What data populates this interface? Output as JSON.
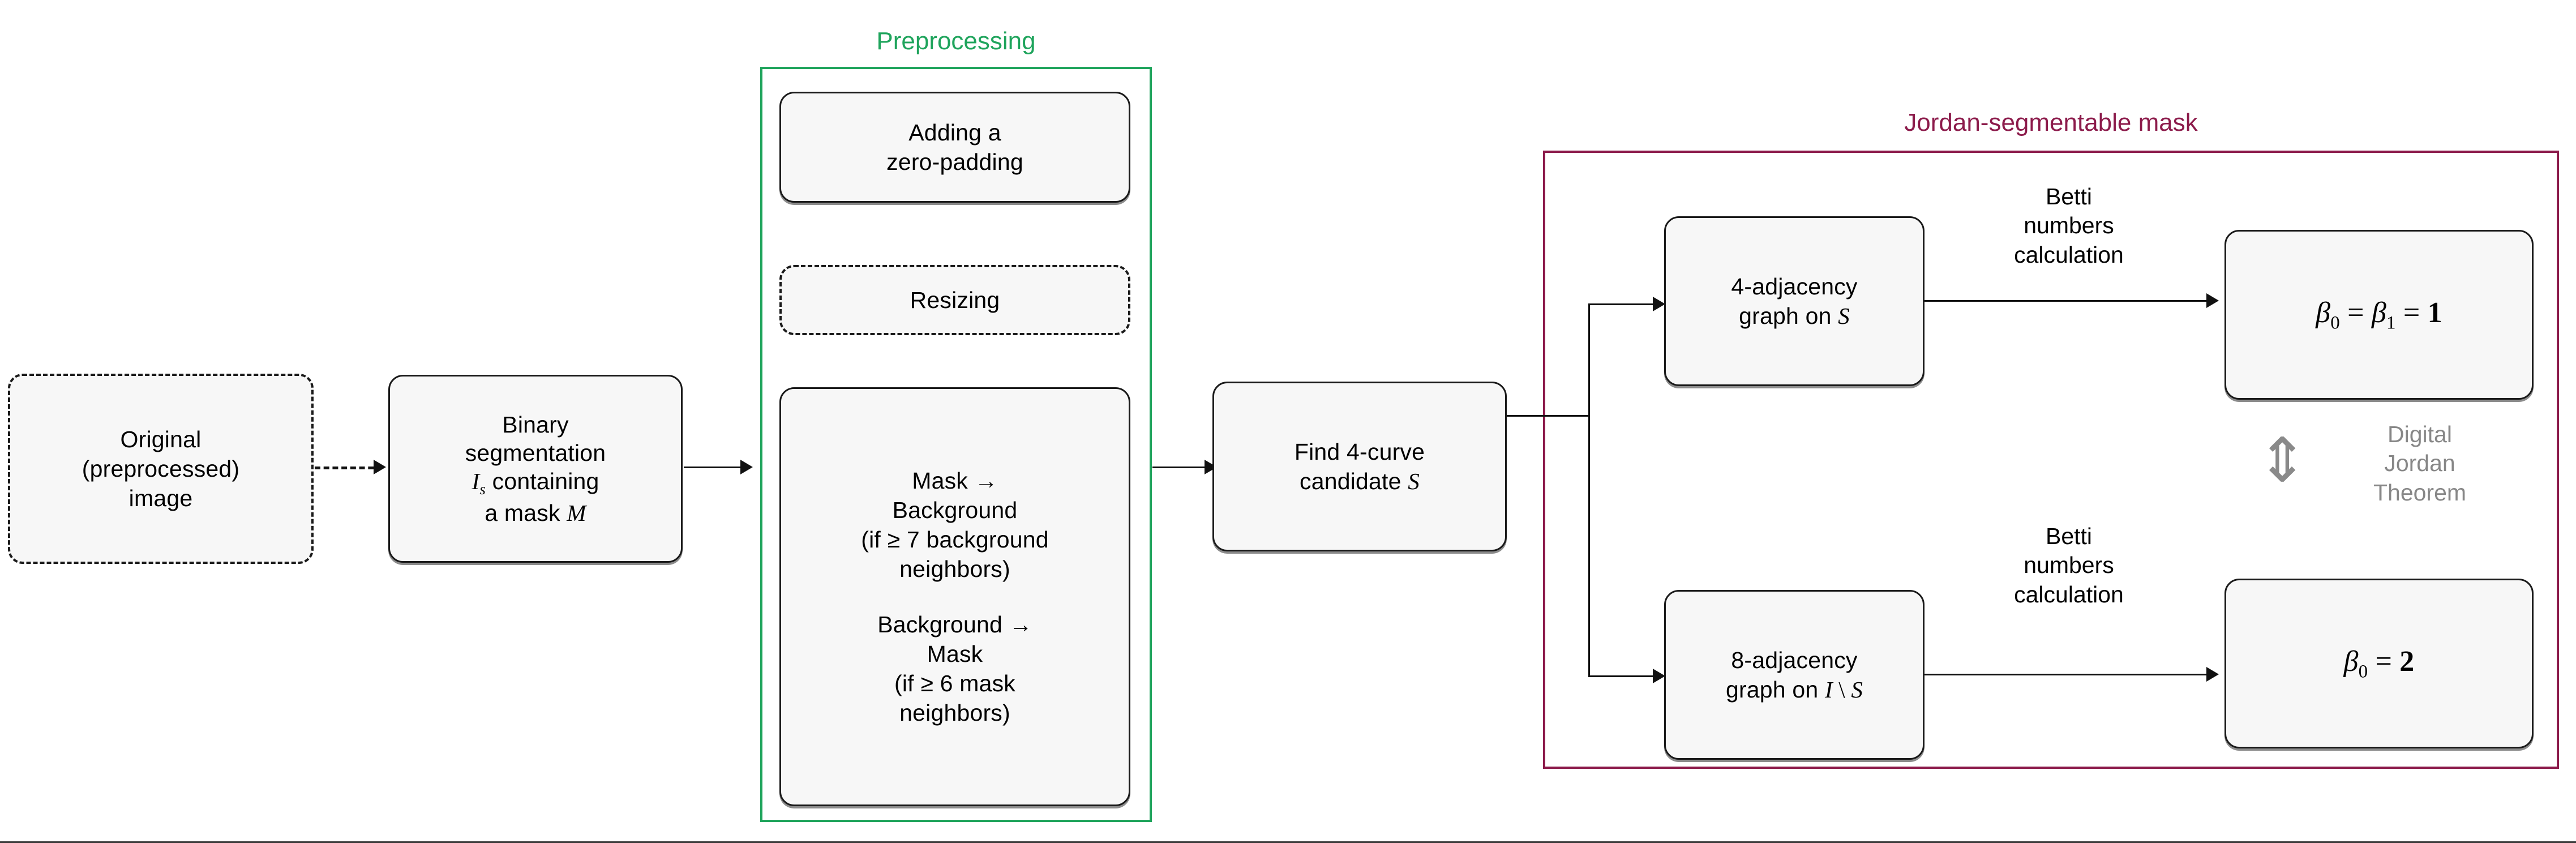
{
  "figure": {
    "title": "Jordan-segmentable mask pipeline flowchart",
    "colors": {
      "preprocessing_group": "#1fa45c",
      "jordan_group": "#8c1b4b",
      "node_fill": "#f7f7f7",
      "node_stroke": "#1a1a1a",
      "gray_text": "#878787",
      "connector": "#111111"
    }
  },
  "nodes": {
    "original_image": {
      "label": "Original\n(preprocessed)\nimage",
      "style": "dashed"
    },
    "binary_segmentation": {
      "line1": "Binary",
      "line2": "segmentation",
      "line3_pre": "",
      "sym_I": "I",
      "sym_I_sub": "s",
      "line3_post": " containing",
      "line4_pre": "a mask ",
      "sym_M": "M",
      "style": "solid"
    },
    "zero_padding": {
      "label": "Adding a\nzero-padding",
      "style": "solid"
    },
    "resizing": {
      "label": "Resizing",
      "style": "dashed"
    },
    "mask_rules": {
      "rule1": "Mask →\nBackground\n(if ≥ 7 background\nneighbors)",
      "rule2": "Background →\nMask\n(if ≥ 6 mask\nneighbors)",
      "style": "solid"
    },
    "find_curve": {
      "line1": "Find 4-curve",
      "line2_pre": "candidate ",
      "sym_S": "S",
      "style": "solid"
    },
    "adjacency_4": {
      "line1": "4-adjacency",
      "line2_pre": "graph on ",
      "sym_S": "S",
      "style": "solid"
    },
    "adjacency_8": {
      "line1": "8-adjacency",
      "line2_pre": "graph on ",
      "sym_I": "I",
      "sym_sep": " \\ ",
      "sym_S": "S",
      "style": "solid"
    },
    "betti_result_top": {
      "beta0": "β",
      "beta0_sub": "0",
      "eq1": " = ",
      "beta1": "β",
      "beta1_sub": "1",
      "eq2": " = ",
      "value": "1",
      "style": "solid"
    },
    "betti_result_bottom": {
      "beta0": "β",
      "beta0_sub": "0",
      "eq1": " = ",
      "value": "2",
      "style": "solid"
    }
  },
  "groups": {
    "preprocessing": {
      "label": "Preprocessing"
    },
    "jordan": {
      "label": "Jordan-segmentable mask"
    }
  },
  "edge_labels": {
    "betti_top": "Betti\nnumbers\ncalculation",
    "betti_bottom": "Betti\nnumbers\ncalculation",
    "digital_jordan_theorem": "Digital\nJordan\nTheorem",
    "equivalence_arrow": "⇕"
  }
}
